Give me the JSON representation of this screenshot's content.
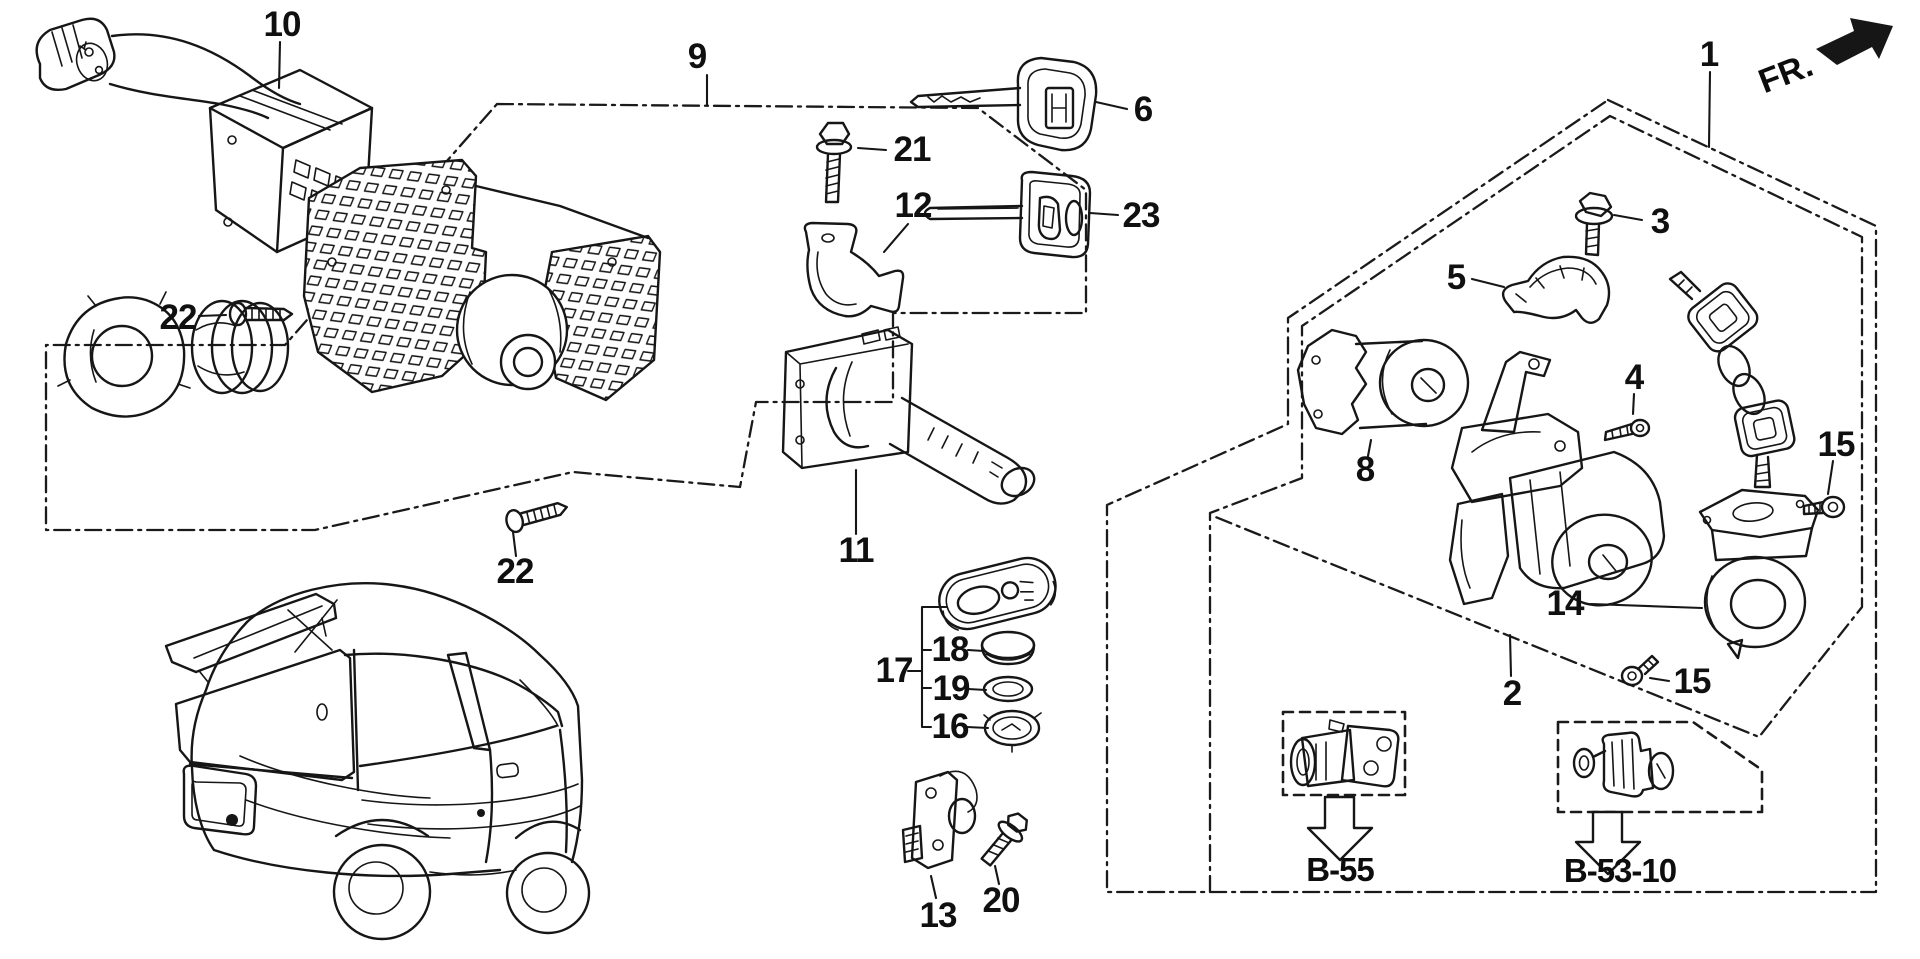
{
  "page": {
    "background": "#ffffff",
    "ink": "#161616",
    "type": "exploded-parts-diagram"
  },
  "direction_label": {
    "text": "FR."
  },
  "refs": {
    "b55": {
      "text": "B-55"
    },
    "b5310": {
      "text": "B-53-10"
    }
  },
  "callouts": {
    "c1": {
      "text": "1"
    },
    "c2": {
      "text": "2"
    },
    "c3": {
      "text": "3"
    },
    "c4": {
      "text": "4"
    },
    "c5": {
      "text": "5"
    },
    "c6": {
      "text": "6"
    },
    "c8": {
      "text": "8"
    },
    "c9": {
      "text": "9"
    },
    "c10": {
      "text": "10"
    },
    "c11": {
      "text": "11"
    },
    "c12": {
      "text": "12"
    },
    "c13": {
      "text": "13"
    },
    "c14": {
      "text": "14"
    },
    "c15a": {
      "text": "15"
    },
    "c15b": {
      "text": "15"
    },
    "c16": {
      "text": "16"
    },
    "c17": {
      "text": "17"
    },
    "c18": {
      "text": "18"
    },
    "c19": {
      "text": "19"
    },
    "c20": {
      "text": "20"
    },
    "c21": {
      "text": "21"
    },
    "c22a": {
      "text": "22"
    },
    "c22b": {
      "text": "22"
    },
    "c23": {
      "text": "23"
    }
  }
}
